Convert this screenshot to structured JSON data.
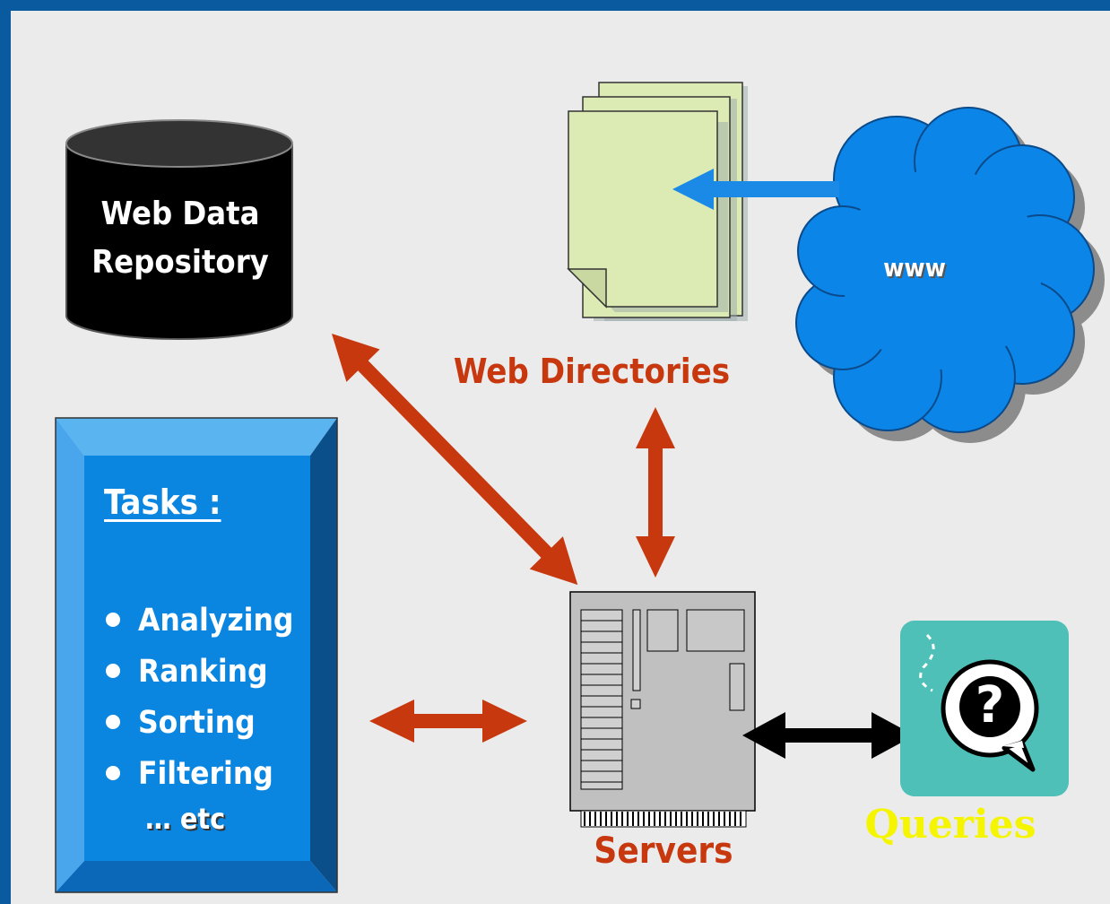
{
  "repository": {
    "line1": "Web Data",
    "line2": "Repository"
  },
  "directories": {
    "label": "Web Directories"
  },
  "www": {
    "label": "www"
  },
  "tasks": {
    "title": "Tasks :",
    "items": [
      "Analyzing",
      "Ranking",
      "Sorting",
      "Filtering"
    ],
    "etc": "… etc"
  },
  "servers": {
    "label": "Servers"
  },
  "queries": {
    "label": "Queries",
    "icon_glyph": "?"
  },
  "colors": {
    "frame": "#0a5aa0",
    "background": "#ebebeb",
    "arrow_red": "#c8380e",
    "arrow_blue": "#1a8ae6",
    "arrow_black": "#000000",
    "cloud": "#0b86e8",
    "document": "#dcebb4",
    "tasks_box": "#0b86e0",
    "queries_box": "#4fc0b8",
    "queries_text": "#f5f500"
  }
}
